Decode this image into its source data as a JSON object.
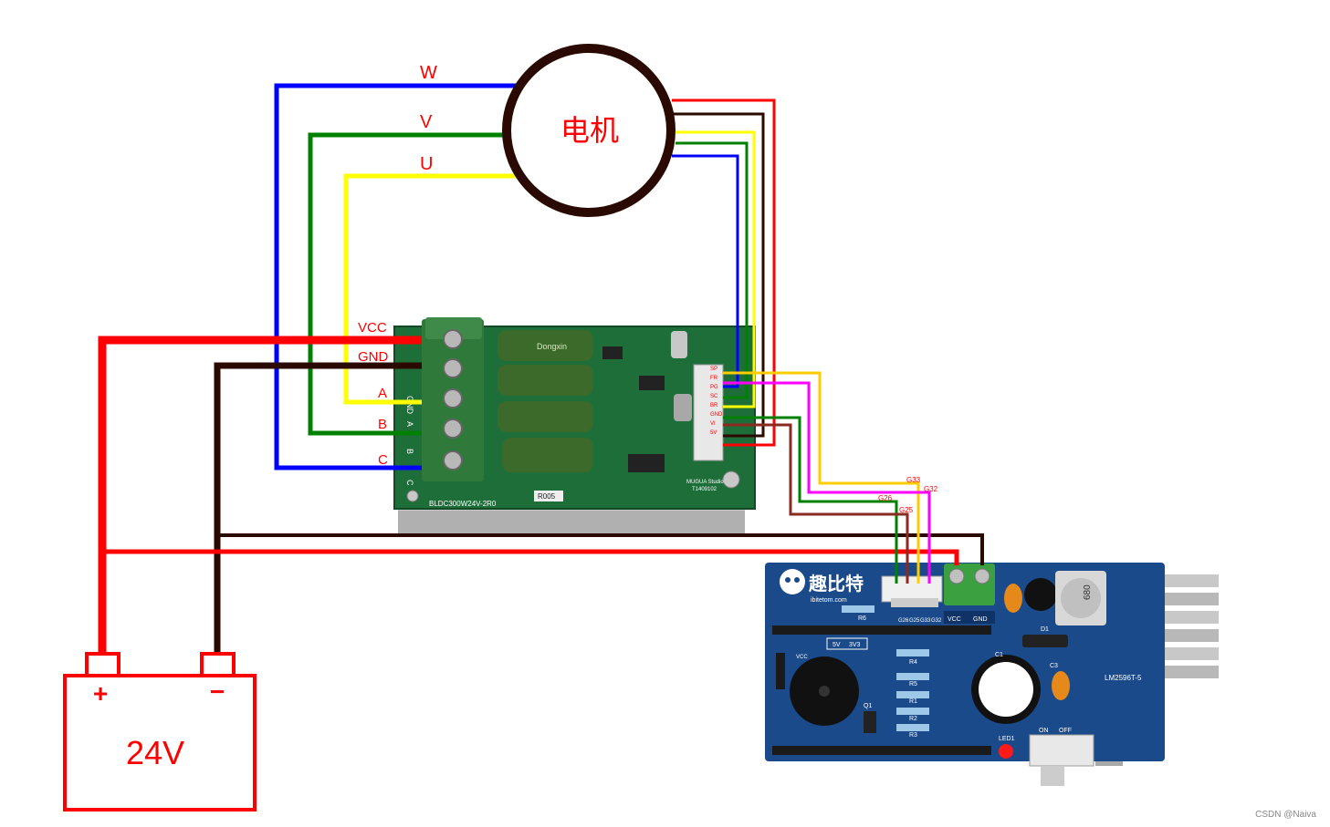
{
  "motor": {
    "label": "电机"
  },
  "phases": {
    "w": "W",
    "v": "V",
    "u": "U"
  },
  "battery": {
    "voltage": "24V",
    "plus": "+",
    "minus": "−"
  },
  "driver": {
    "terminals": {
      "vcc": "VCC",
      "gnd": "GND",
      "a": "A",
      "b": "B",
      "c": "C"
    },
    "silk_terminals": {
      "gnd": "GND",
      "a": "A",
      "b": "B",
      "c": "C"
    },
    "board_name": "BLDC300W24V-2R0",
    "maker": "MUGUA Studio",
    "date": "T1409102",
    "resistor_code": "R005",
    "cap_brand": "Dongxin",
    "pin_labels": [
      "SP",
      "FR",
      "PG",
      "SC",
      "BR",
      "GND",
      "VI",
      "5V"
    ]
  },
  "controller": {
    "pins": {
      "g33": "G33",
      "g32": "G32",
      "g26": "G26",
      "g25": "G25"
    },
    "header_labels": [
      "G26",
      "G25",
      "G33",
      "G32"
    ],
    "power_labels": {
      "vcc": "VCC",
      "gnd": "GND"
    },
    "brand": "趣比特",
    "site": "ibitetom.com",
    "parts": {
      "r6": "R6",
      "r4": "R4",
      "r5": "R5",
      "r1": "R1",
      "r2": "R2",
      "r3": "R3",
      "q1": "Q1",
      "d1": "D1",
      "c3": "C3",
      "led1": "LED1",
      "c1": "C1",
      "v5": "5V",
      "v33": "3V3",
      "vcc": "VCC",
      "on": "ON",
      "off": "OFF",
      "inductor": "680",
      "regulator": "LM2596T-5"
    }
  },
  "watermark": "CSDN @Naiva",
  "colors": {
    "red": "#ff0000",
    "black": "#2a0a00",
    "blue": "#0000ff",
    "green": "#008000",
    "yellow": "#ffff00",
    "magenta": "#ff00ff",
    "orange": "#ffcc00",
    "dark_red": "#8b2a20",
    "pcb_green": "#1e6e3a",
    "pcb_blue": "#1a4a8a"
  }
}
